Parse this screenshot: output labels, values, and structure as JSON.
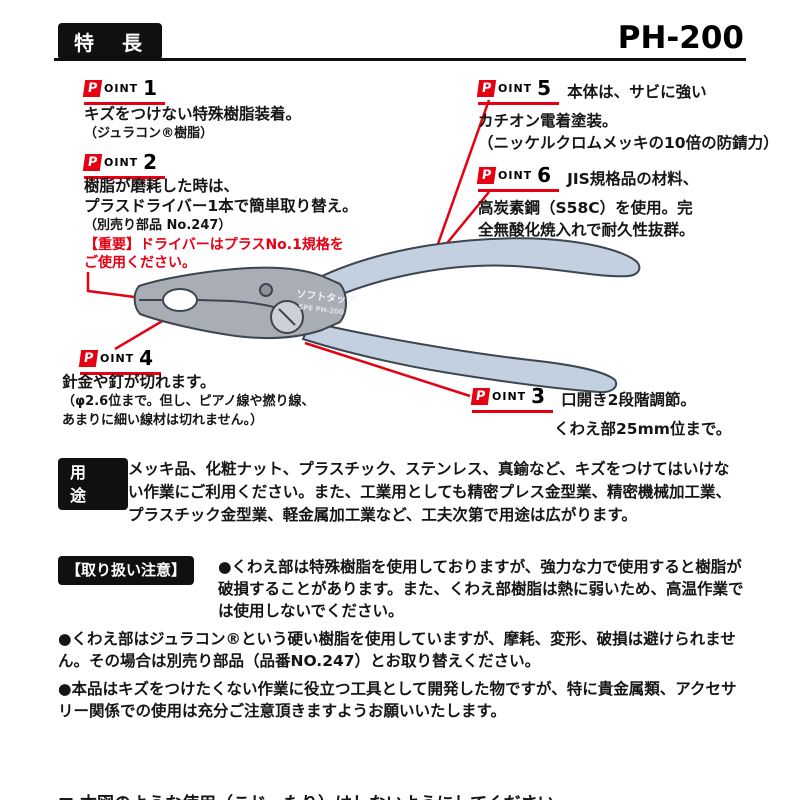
{
  "header": {
    "title": "特　長",
    "model": "PH-200"
  },
  "point_word": {
    "p": "P",
    "oint": "OINT"
  },
  "point1": {
    "num": "1",
    "line1": "キズをつけない特殊樹脂装着。",
    "line2": "（ジュラコン®樹脂）"
  },
  "point2": {
    "num": "2",
    "line1": "樹脂が磨耗した時は、",
    "line2": "プラスドライバー1本で簡単取り替え。",
    "line3": "（別売り部品 No.247）",
    "warn1": "【重要】ドライバーはプラスNo.1規格を",
    "warn2": "ご使用ください。"
  },
  "point3": {
    "num": "3",
    "line1": "口開き2段階調節。",
    "line2": "くわえ部25mm位まで。"
  },
  "point4": {
    "num": "4",
    "line1": "針金や釘が切れます。",
    "line2": "（φ2.6位まで。但し、ピアノ線や撚り線、",
    "line3": "あまりに細い線材は切れません。）"
  },
  "point5": {
    "num": "5",
    "line1": "本体は、サビに強い",
    "line2": "カチオン電着塗装。",
    "line3": "（ニッケルクロムメッキの10倍の防錆力）"
  },
  "point6": {
    "num": "6",
    "line1": "JIS規格品の材料、",
    "line2": "高炭素鋼（S58C）を使用。完",
    "line3": "全無酸化焼入れで耐久性抜群。"
  },
  "tool": {
    "brand": "ソフトタッチ",
    "model_small": "SPE PH-200"
  },
  "usage": {
    "label": "用　途",
    "text": "メッキ品、化粧ナット、プラスチック、ステンレス、真鍮など、キズをつけてはいけない作業にご利用ください。また、工業用としても精密プレス金型業、精密機械加工業、プラスチック金型業、軽金属加工業など、工夫次第で用途は広がります。"
  },
  "caution": {
    "label": "【取り扱い注意】",
    "item1": "●くわえ部は特殊樹脂を使用しておりますが、強力な力で使用すると樹脂が破損することがあります。また、くわえ部樹脂は熱に弱いため、高温作業では使用しないでください。",
    "item2": "●くわえ部はジュラコン®という硬い樹脂を使用していますが、摩耗、変形、破損は避けられません。その場合は別売り部品（品番NO.247）とお取り替えください。",
    "item3": "●本品はキズをつけたくない作業に役立つ工具として開発した物ですが、特に貴金属類、アクセサリー関係での使用は充分ご注意頂きますようお願いいたします。"
  },
  "footer": {
    "text": "■ 本図のような使用（こじったり）はしないようにしてください。"
  },
  "colors": {
    "accent_red": "#e60012",
    "handle_blue": "#c3d0df",
    "body_gray": "#a9aeb5"
  }
}
